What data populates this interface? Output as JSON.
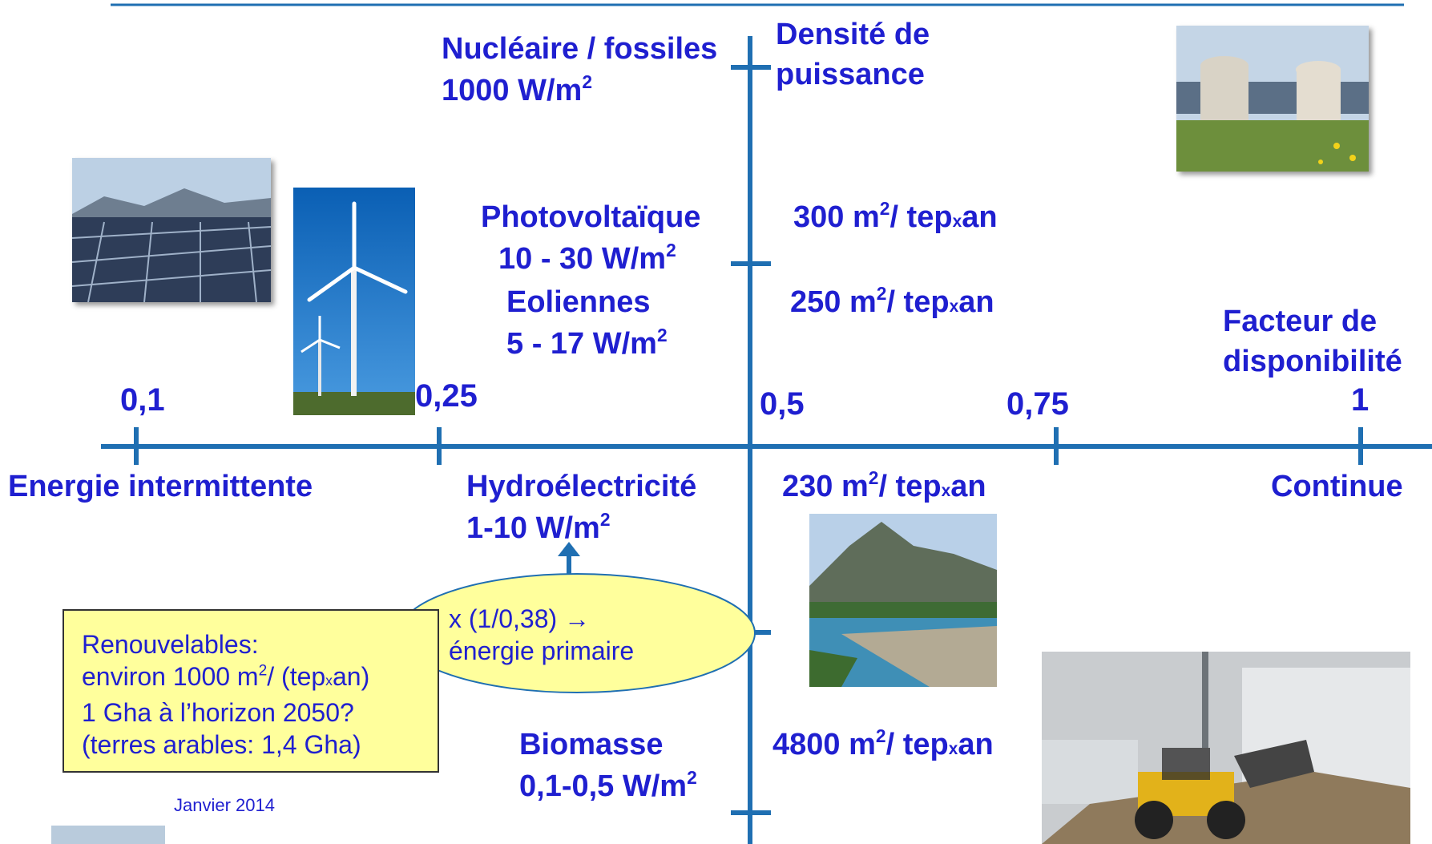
{
  "axis_horizontal": {
    "label_left": "Energie intermittente",
    "label_right": "Continue",
    "title_line1": "Facteur de",
    "title_line2": "disponibilité",
    "ticks": [
      "0,1",
      "0,25",
      "0,5",
      "0,75",
      "1"
    ]
  },
  "axis_vertical": {
    "title_line1": "Densité de",
    "title_line2": "puissance"
  },
  "nuclear": {
    "line1": "Nucléaire / fossiles",
    "line2a": "1000 W/m",
    "sup": "2"
  },
  "pv": {
    "line1": "Photovoltaïque",
    "line2a": "10 - 30 W/m",
    "sup": "2",
    "area_a": "300 m",
    "area_b": "/ tep",
    "area_x": "x",
    "area_c": "an"
  },
  "wind": {
    "line1": "Eoliennes",
    "line2a": "5 - 17 W/m",
    "sup": "2",
    "area_a": "250 m",
    "area_b": "/ tep",
    "area_x": "x",
    "area_c": "an"
  },
  "hydro": {
    "line1": "Hydroélectricité",
    "line2a": "1-10 W/m",
    "sup": "2",
    "area_a": "230 m",
    "area_b": "/ tep",
    "area_x": "x",
    "area_c": "an"
  },
  "biomass": {
    "line1": "Biomasse",
    "line2a": "0,1-0,5 W/m",
    "sup": "2",
    "area_a": "4800 m",
    "area_b": "/ tep",
    "area_x": "x",
    "area_c": "an"
  },
  "ellipse": {
    "line1": "x (1/0,38) →",
    "line2": "énergie primaire"
  },
  "note": {
    "line1": "Renouvelables:",
    "line2a": "environ 1000 m",
    "line2sup": "2",
    "line2b": "/ (tep",
    "line2x": "x",
    "line2c": "an)",
    "line3": "1 Gha à l’horizon 2050?",
    "line4": "(terres arables: 1,4 Gha)"
  },
  "footer": {
    "date": "Janvier 2014"
  },
  "colors": {
    "axis": "#1f6fb2",
    "text": "#1f1fd0",
    "ellipse_fill": "#ffff9c",
    "ellipse_stroke": "#1f6fb2",
    "note_fill": "#ffff9c"
  }
}
